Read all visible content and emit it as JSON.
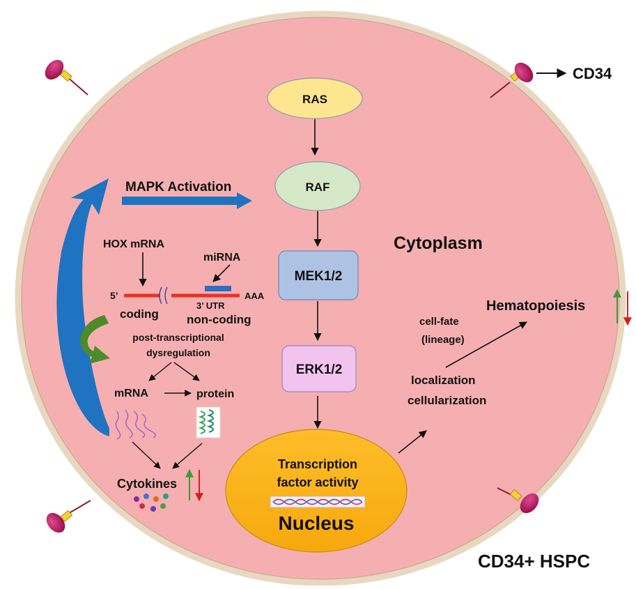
{
  "colors": {
    "cell_fill": "#f6afb1",
    "cell_border": "#e8d8c2",
    "ras": "#fde68f",
    "raf": "#d5e8c8",
    "mek": "#aec3e4",
    "erk": "#f3c3ef",
    "nucleus": "#fdb515",
    "blue_arrow": "#1f73c0",
    "green_arrow": "#4c8b2b",
    "red_line": "#e8321f",
    "mirna_bar": "#2a6fc4",
    "receptor": "#b3155d",
    "receptor_stem": "#f2d13a",
    "up_arrow": "#3f9a3a",
    "down_arrow": "#d0201c"
  },
  "labels": {
    "cd34": "CD34",
    "ras": "RAS",
    "raf": "RAF",
    "mek": "MEK1/2",
    "erk": "ERK1/2",
    "mapk": "MAPK Activation",
    "cytoplasm": "Cytoplasm",
    "hox_mrna": "HOX mRNA",
    "mirna": "miRNA",
    "five_prime": "5’",
    "aaa": "AAA",
    "coding": "coding",
    "three_utr": "3’ UTR",
    "non_coding": "non-coding",
    "post_transcriptional": "post-transcriptional",
    "dysregulation": "dysregulation",
    "mrna": "mRNA",
    "protein": "protein",
    "cytokines": "Cytokines",
    "transcription_1": "Transcription",
    "transcription_2": "factor activity",
    "nucleus": "Nucleus",
    "localization": "localization",
    "cellularization": "cellularization",
    "cell_fate": "cell-fate",
    "lineage": "(lineage)",
    "hematopoiesis": "Hematopoiesis",
    "hspc": "CD34+ HSPC"
  },
  "icons": {
    "receptor": "cd34-receptor-icon",
    "mrna_strands": "mrna-strands-icon",
    "protein": "protein-helix-icon",
    "cytokines": "cytokine-dots-icon",
    "dna": "dna-helix-icon"
  }
}
